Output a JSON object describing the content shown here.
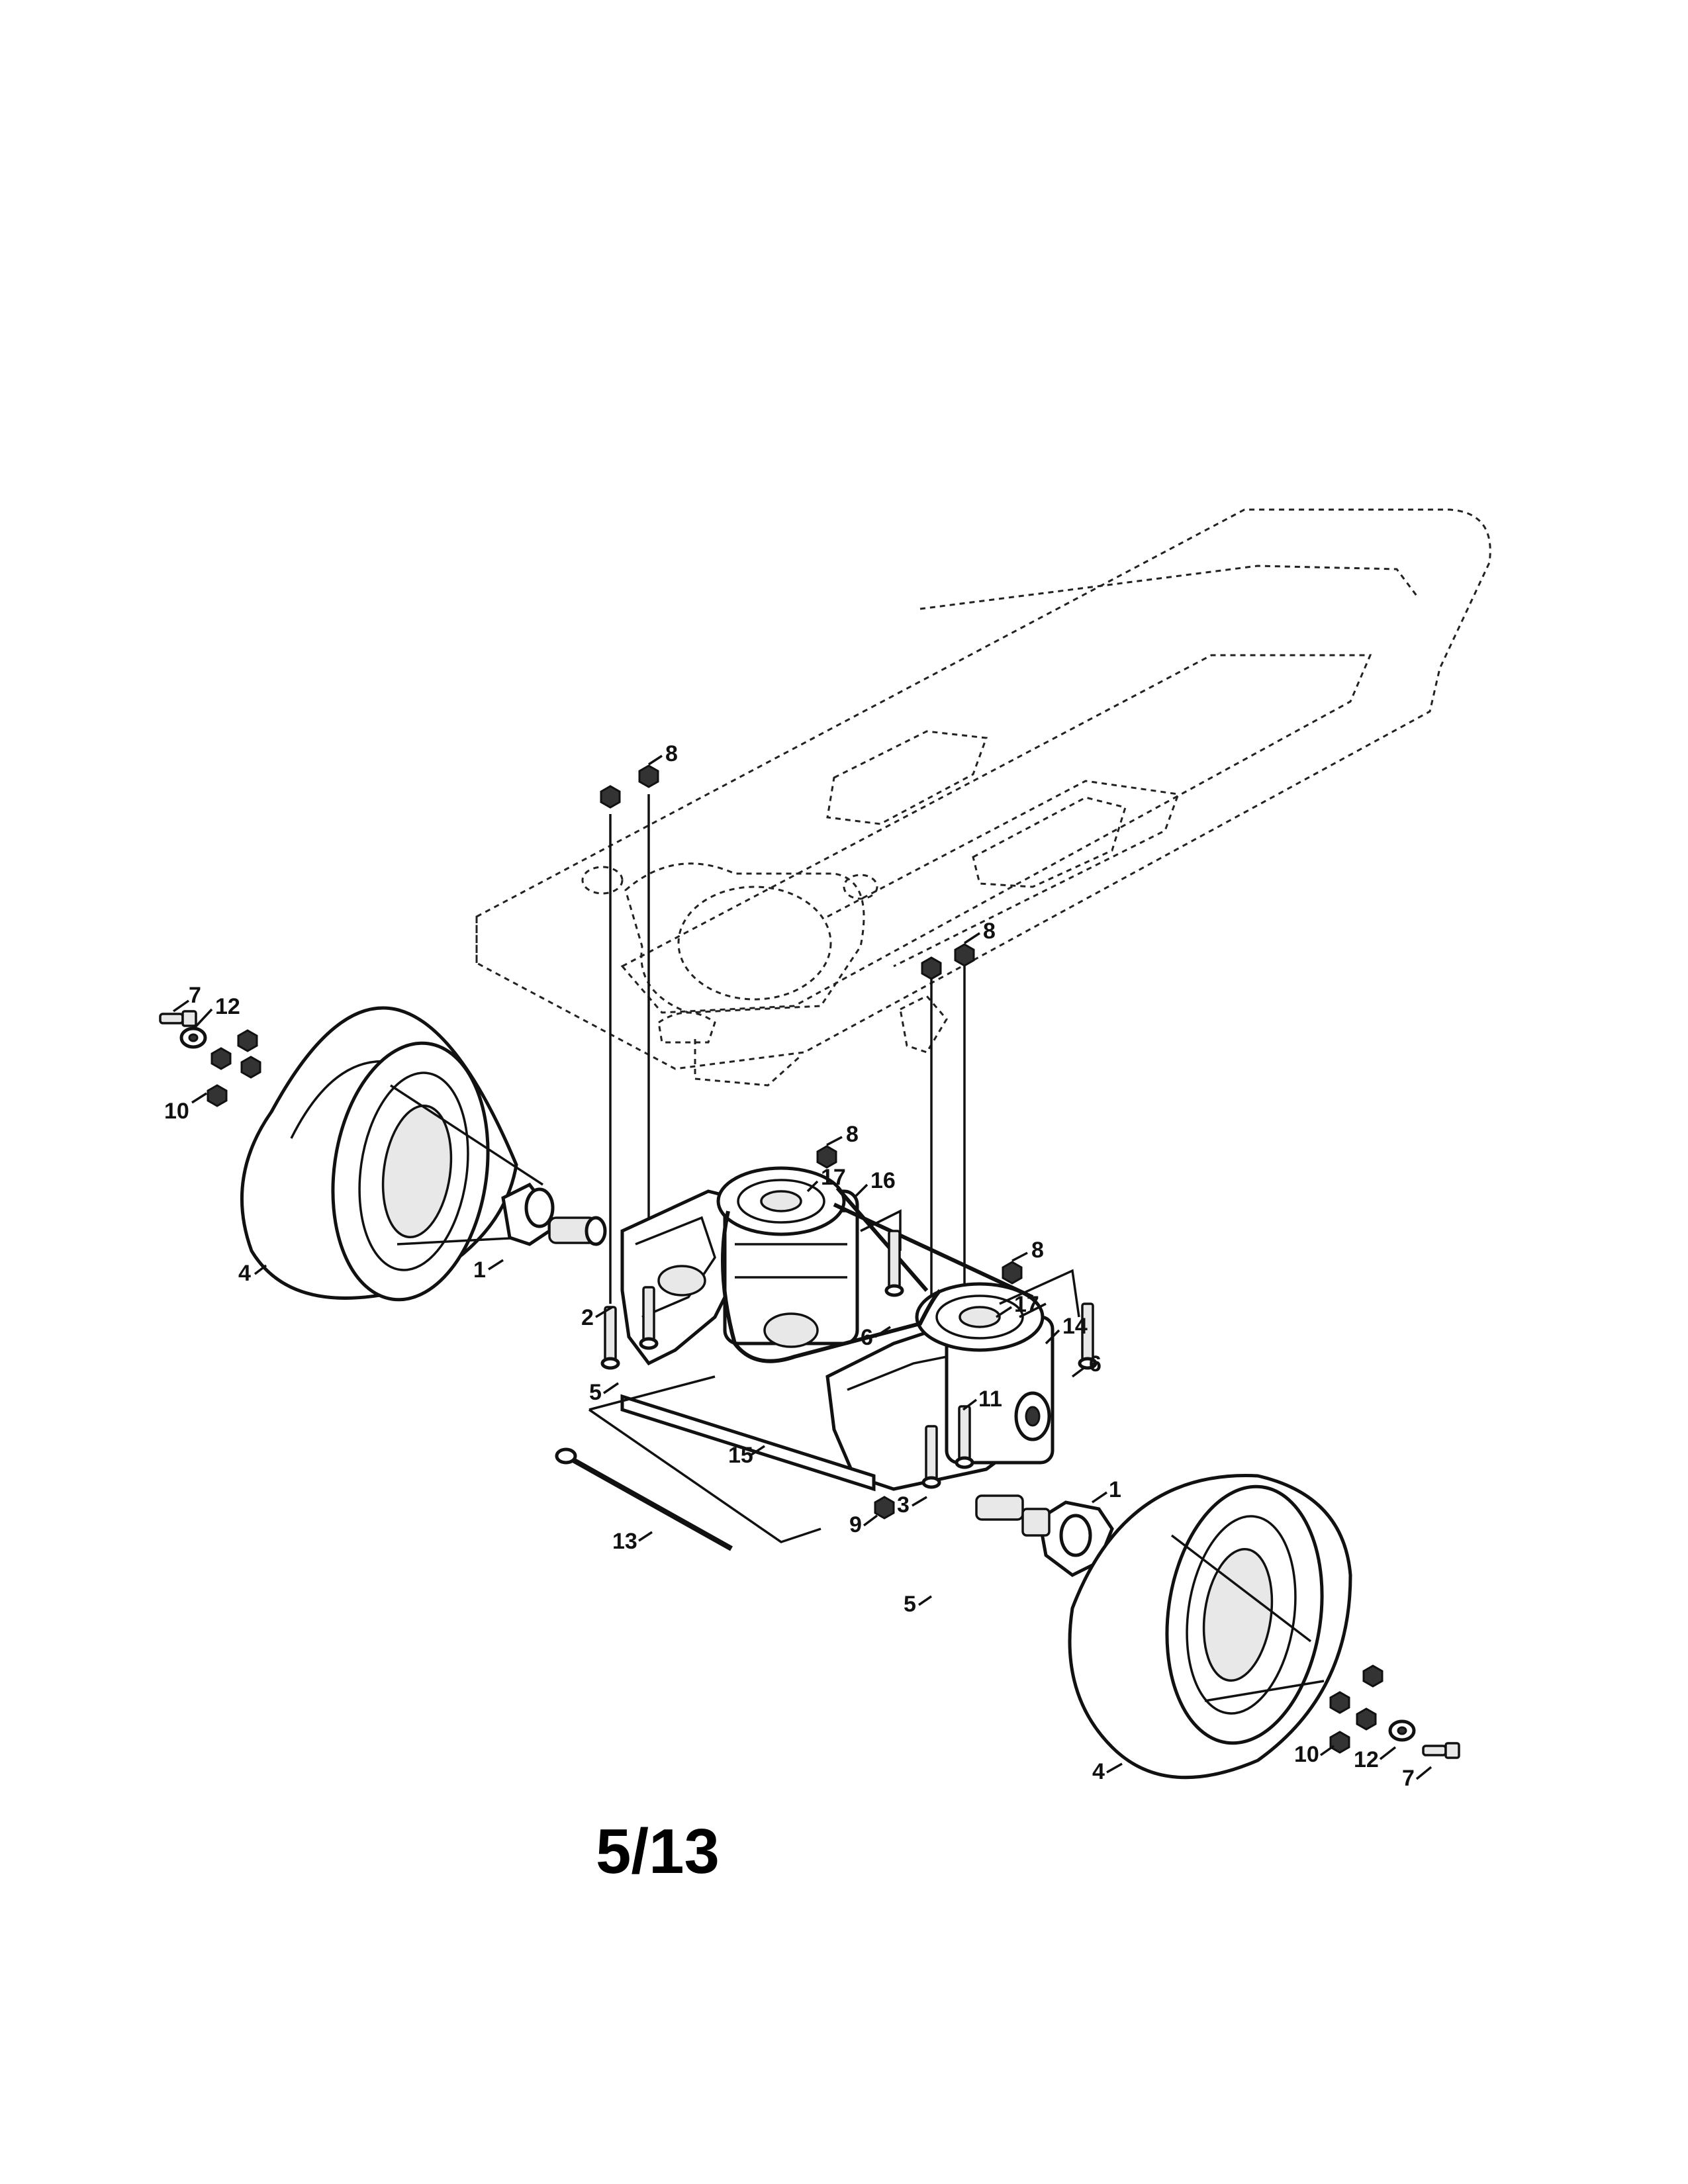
{
  "page_number": "5/13",
  "callouts": {
    "c8a": "8",
    "c8b": "8",
    "c8c": "8",
    "c8d": "8",
    "c7a": "7",
    "c12a": "12",
    "c10a": "10",
    "c4a": "4",
    "c1a": "1",
    "c2": "2",
    "c17a": "17",
    "c16": "16",
    "c17b": "17",
    "c14": "14",
    "c6a": "6",
    "c6b": "6",
    "c5a": "5",
    "c11": "11",
    "c15": "15",
    "c13": "13",
    "c9": "9",
    "c3": "3",
    "c1b": "1",
    "c5b": "5",
    "c4b": "4",
    "c10b": "10",
    "c12b": "12",
    "c7b": "7"
  }
}
